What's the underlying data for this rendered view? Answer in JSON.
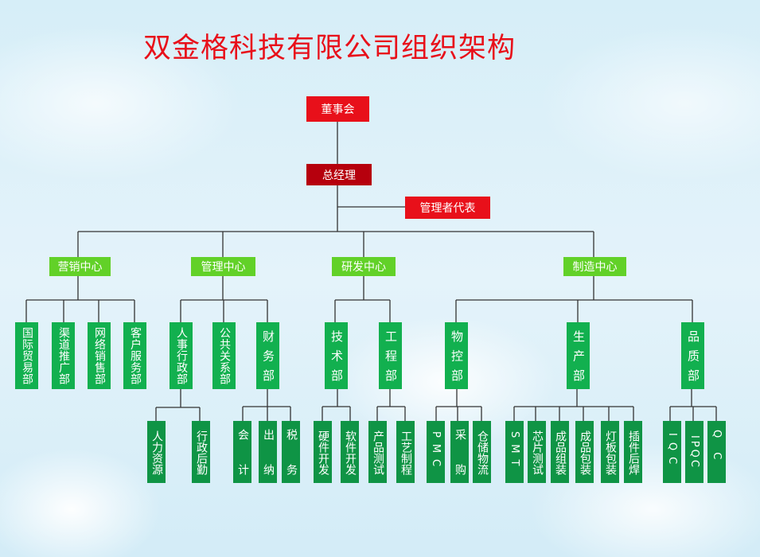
{
  "title": "双金格科技有限公司组织架构",
  "colors": {
    "top": "#e8101a",
    "gm": "#b6000d",
    "center": "#62d128",
    "dept": "#12b04f",
    "unit": "#0f9445"
  },
  "board": "董事会",
  "gm": "总经理",
  "rep": "管理者代表",
  "centers": [
    "营销中心",
    "管理中心",
    "研发中心",
    "制造中心"
  ],
  "depts": [
    "国际贸易部",
    "渠道推广部",
    "网络销售部",
    "客户服务部",
    "人事行政部",
    "公共关系部",
    "财务部",
    "技术部",
    "工程部",
    "物控部",
    "生产部",
    "品质部"
  ],
  "units": [
    "人力资源",
    "行政后勤",
    "会计",
    "出纳",
    "税务",
    "硬件开发",
    "软件开发",
    "产品测试",
    "工艺制程",
    "PMC",
    "采购",
    "仓储物流",
    "SMT",
    "芯片测试",
    "成品组装",
    "成品包装",
    "灯板包装",
    "插件后焊",
    "IQC",
    "IPQC",
    "QC"
  ]
}
